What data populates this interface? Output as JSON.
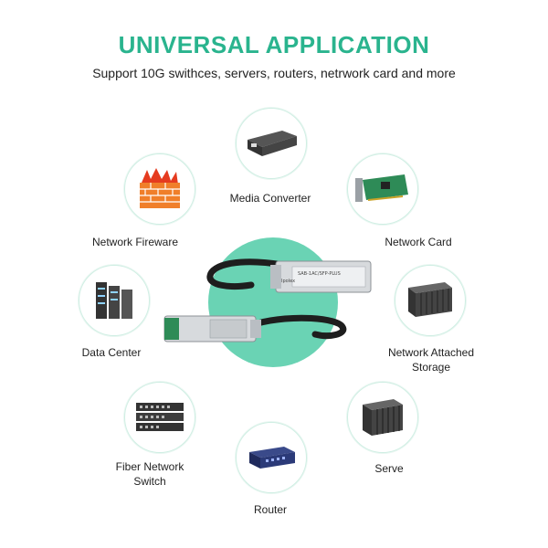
{
  "header": {
    "title": "UNIVERSAL APPLICATION",
    "subtitle": "Support 10G swithces, servers, routers, netrwork card and more"
  },
  "module_label": {
    "line1": "SAB-1AC/SFP-PLUS",
    "line2": "Ipolex"
  },
  "colors": {
    "accent": "#2ab48e",
    "center_disc": "#6ad3b4",
    "circle_border": "#cfeee3"
  },
  "devices": [
    {
      "id": "media-converter",
      "label_lines": [
        "Media Converter"
      ],
      "icon": "media-converter-icon"
    },
    {
      "id": "network-fireware",
      "label_lines": [
        "Network Fireware"
      ],
      "icon": "firewall-icon"
    },
    {
      "id": "network-card",
      "label_lines": [
        "Network Card"
      ],
      "icon": "network-card-icon"
    },
    {
      "id": "data-center",
      "label_lines": [
        "Data Center"
      ],
      "icon": "data-center-icon"
    },
    {
      "id": "nas",
      "label_lines": [
        "Network Attached",
        "Storage"
      ],
      "icon": "nas-icon"
    },
    {
      "id": "fiber-switch",
      "label_lines": [
        "Fiber Network",
        "Switch"
      ],
      "icon": "switch-icon"
    },
    {
      "id": "serve",
      "label_lines": [
        "Serve"
      ],
      "icon": "server-rack-icon"
    },
    {
      "id": "router",
      "label_lines": [
        "Router"
      ],
      "icon": "router-icon"
    }
  ]
}
